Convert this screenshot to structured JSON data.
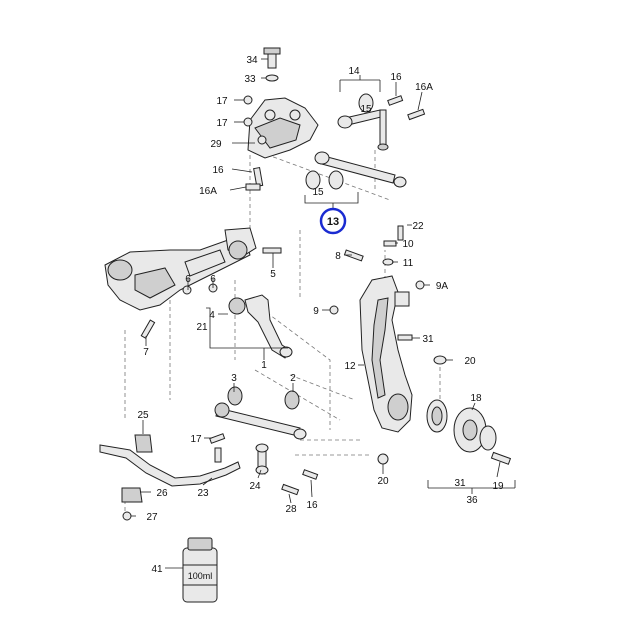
{
  "diagram": {
    "highlighted_callout": "13",
    "highlight_color": "#1a2bd1",
    "bottle_text": "100ml",
    "callouts": [
      {
        "id": "c34",
        "text": "34"
      },
      {
        "id": "c33",
        "text": "33"
      },
      {
        "id": "c17a",
        "text": "17"
      },
      {
        "id": "c17b",
        "text": "17"
      },
      {
        "id": "c29",
        "text": "29"
      },
      {
        "id": "c16a",
        "text": "16"
      },
      {
        "id": "c16A1",
        "text": "16A"
      },
      {
        "id": "c14",
        "text": "14"
      },
      {
        "id": "c16b",
        "text": "16"
      },
      {
        "id": "c16A2",
        "text": "16A"
      },
      {
        "id": "c15a",
        "text": "15"
      },
      {
        "id": "c15b",
        "text": "15"
      },
      {
        "id": "c22",
        "text": "22"
      },
      {
        "id": "c10",
        "text": "10"
      },
      {
        "id": "c8",
        "text": "8"
      },
      {
        "id": "c11",
        "text": "11"
      },
      {
        "id": "c5",
        "text": "5"
      },
      {
        "id": "c9A",
        "text": "9A"
      },
      {
        "id": "c6a",
        "text": "6"
      },
      {
        "id": "c6b",
        "text": "6"
      },
      {
        "id": "c9",
        "text": "9"
      },
      {
        "id": "c4",
        "text": "4"
      },
      {
        "id": "c21",
        "text": "21"
      },
      {
        "id": "c31a",
        "text": "31"
      },
      {
        "id": "c7",
        "text": "7"
      },
      {
        "id": "c1",
        "text": "1"
      },
      {
        "id": "c20a",
        "text": "20"
      },
      {
        "id": "c12",
        "text": "12"
      },
      {
        "id": "c3",
        "text": "3"
      },
      {
        "id": "c2",
        "text": "2"
      },
      {
        "id": "c18",
        "text": "18"
      },
      {
        "id": "c25",
        "text": "25"
      },
      {
        "id": "c17c",
        "text": "17"
      },
      {
        "id": "c19",
        "text": "19"
      },
      {
        "id": "c24",
        "text": "24"
      },
      {
        "id": "c20b",
        "text": "20"
      },
      {
        "id": "c26",
        "text": "26"
      },
      {
        "id": "c23",
        "text": "23"
      },
      {
        "id": "c31b",
        "text": "31"
      },
      {
        "id": "c36",
        "text": "36"
      },
      {
        "id": "c28",
        "text": "28"
      },
      {
        "id": "c16c",
        "text": "16"
      },
      {
        "id": "c27",
        "text": "27"
      },
      {
        "id": "c41",
        "text": "41"
      }
    ]
  }
}
